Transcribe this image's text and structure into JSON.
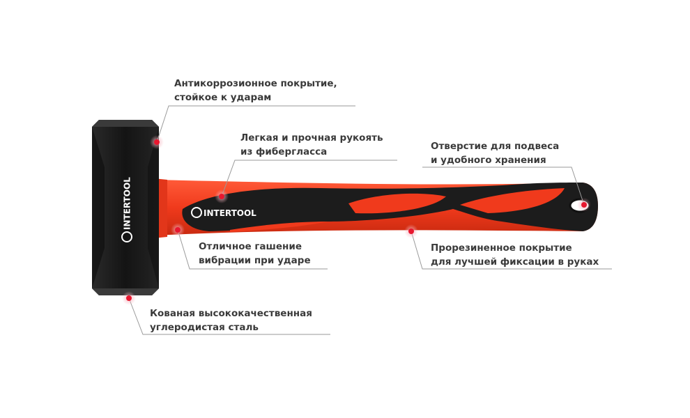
{
  "brand": {
    "logo_text": "INTERTOOL"
  },
  "colors": {
    "handle_red": "#f03a1c",
    "handle_dark_red": "#c92a10",
    "grip_black": "#1c1c1c",
    "head_black": "#161616",
    "marker_red": "#e8172f",
    "line_gray": "#9a9a9a",
    "text": "#3a3a3a"
  },
  "callouts": [
    {
      "id": "coating",
      "line1": "Антикоррозионное покрытие,",
      "line2": "стойкое к ударам"
    },
    {
      "id": "handle",
      "line1": "Легкая и прочная рукоять",
      "line2": "из фибергласса"
    },
    {
      "id": "hole",
      "line1": "Отверстие для подвеса",
      "line2": "и удобного хранения"
    },
    {
      "id": "vibration",
      "line1": "Отличное гашение",
      "line2": "вибрации при ударе"
    },
    {
      "id": "rubber",
      "line1": "Прорезиненное покрытие",
      "line2": "для лучшей фиксации в руках"
    },
    {
      "id": "steel",
      "line1": "Кованая высококачественная",
      "line2": "углеродистая сталь"
    }
  ]
}
